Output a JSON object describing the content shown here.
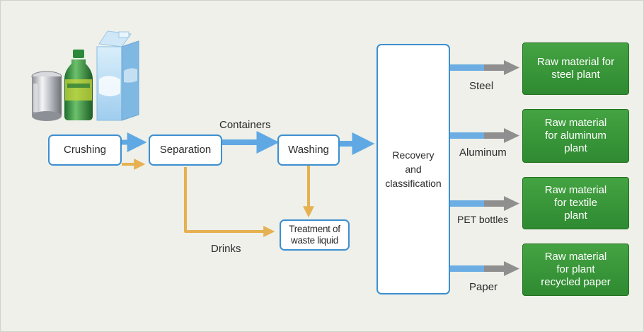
{
  "process": {
    "crushing": "Crushing",
    "separation": "Separation",
    "washing": "Washing",
    "recovery": "Recovery\nand\nclassification",
    "treatment": "Treatment of\nwaste liquid"
  },
  "flow_labels": {
    "containers": "Containers",
    "drinks": "Drinks"
  },
  "materials": [
    {
      "label": "Steel",
      "output": "Raw material for\nsteel plant"
    },
    {
      "label": "Aluminum",
      "output": "Raw material\nfor aluminum\nplant"
    },
    {
      "label": "PET bottles",
      "output": "Raw material\nfor textile\nplant"
    },
    {
      "label": "Paper",
      "output": "Raw material\nfor plant\nrecycled paper"
    }
  ],
  "colors": {
    "container_flow": "#5fa8e3",
    "liquid_flow": "#e6b150",
    "output_arrow": "#8f8f8f",
    "output_box": "#3a9a3a"
  },
  "icons": [
    "can-icon",
    "pet-bottle-icon",
    "carton-icon"
  ]
}
